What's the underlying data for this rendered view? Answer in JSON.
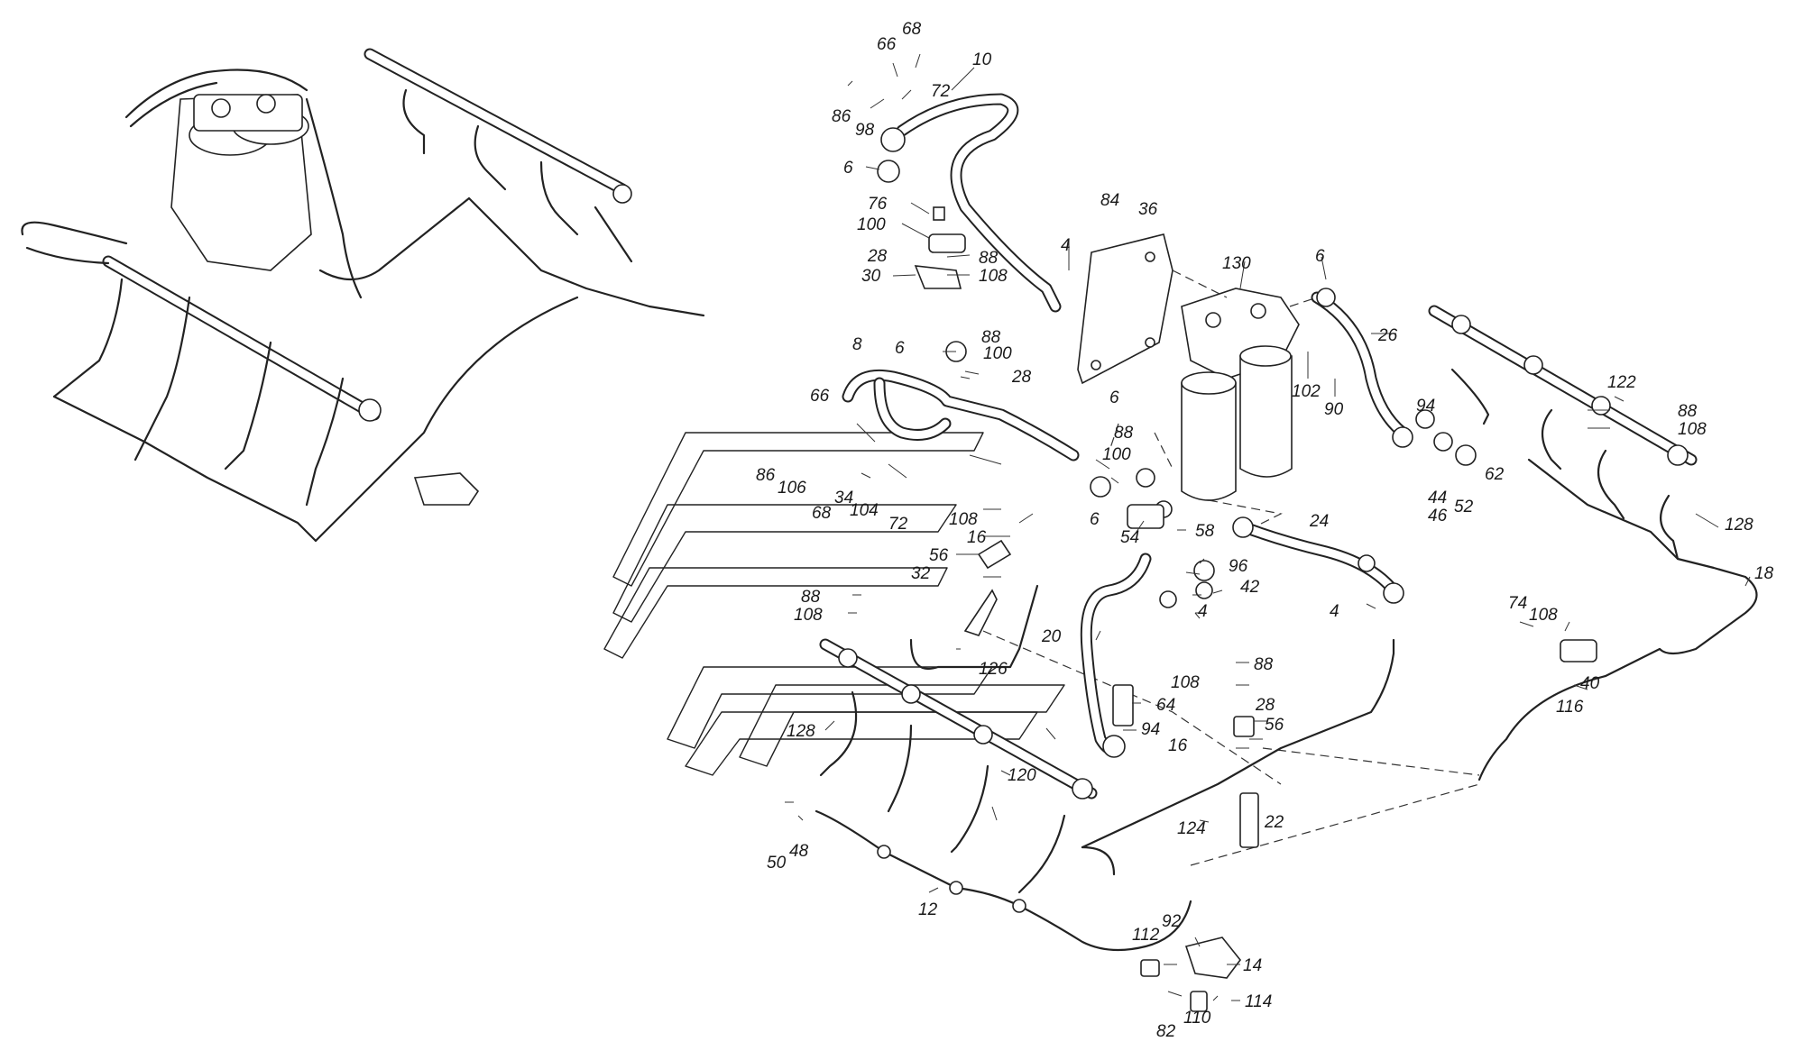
{
  "diagram": {
    "callouts": [
      "68",
      "66",
      "10",
      "72",
      "86",
      "98",
      "6",
      "76",
      "100",
      "28",
      "88",
      "30",
      "108",
      "84",
      "36",
      "4",
      "130",
      "6",
      "26",
      "8",
      "6",
      "100",
      "28",
      "88",
      "6",
      "102",
      "90",
      "94",
      "122",
      "88",
      "108",
      "66",
      "86",
      "106",
      "68",
      "34",
      "104",
      "72",
      "100",
      "88",
      "6",
      "54",
      "58",
      "108",
      "16",
      "56",
      "44",
      "46",
      "52",
      "62",
      "24",
      "96",
      "42",
      "128",
      "18",
      "32",
      "88",
      "108",
      "4",
      "20",
      "4",
      "74",
      "108",
      "126",
      "88",
      "108",
      "28",
      "64",
      "94",
      "56",
      "16",
      "40",
      "116",
      "128",
      "120",
      "124",
      "22",
      "50",
      "48",
      "12",
      "92",
      "112",
      "14",
      "82",
      "110",
      "114"
    ]
  }
}
